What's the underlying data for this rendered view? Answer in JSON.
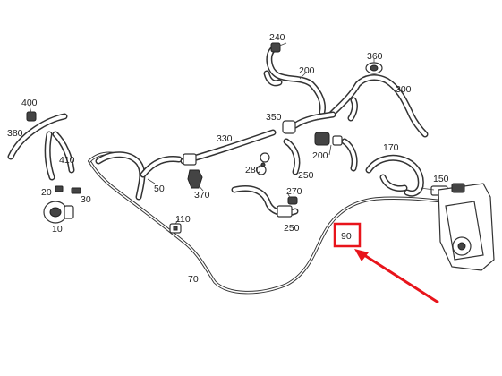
{
  "labels": {
    "l10": "10",
    "l20": "20",
    "l30": "30",
    "l50": "50",
    "l70": "70",
    "l90": "90",
    "l110": "110",
    "l150": "150",
    "l170": "170",
    "l200a": "200",
    "l200b": "200",
    "l240": "240",
    "l250a": "250",
    "l250b": "250",
    "l270": "270",
    "l280": "280",
    "l300": "300",
    "l330": "330",
    "l350": "350",
    "l360": "360",
    "l370": "370",
    "l380": "380",
    "l400": "400",
    "l410": "410"
  },
  "highlight": {
    "part": "90",
    "color": "#e8141b"
  }
}
